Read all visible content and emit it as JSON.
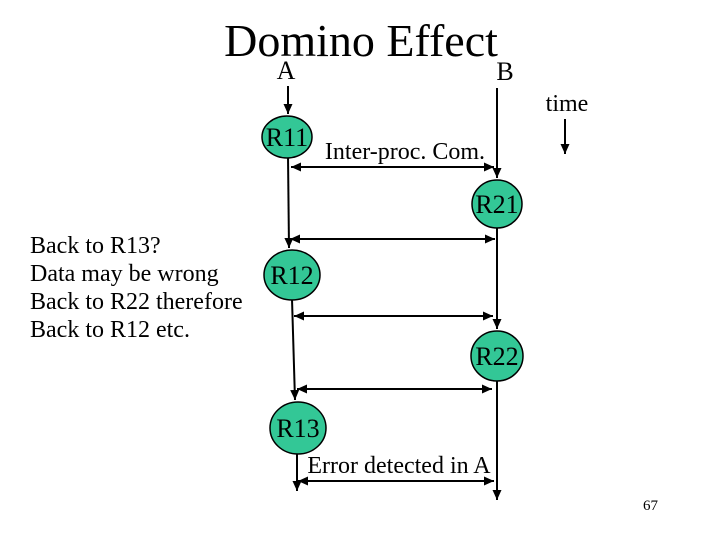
{
  "slide": {
    "title": "Domino Effect",
    "page_number": "67",
    "background_color": "#ffffff"
  },
  "colors": {
    "checkpoint_fill": "#33C796",
    "checkpoint_stroke": "#000000",
    "line_color": "#000000",
    "text_color": "#000000"
  },
  "processes": [
    {
      "label": "A"
    },
    {
      "label": "B"
    }
  ],
  "time_label": "time",
  "checkpoints": [
    {
      "label": "R11"
    },
    {
      "label": "R21"
    },
    {
      "label": "R12"
    },
    {
      "label": "R22"
    },
    {
      "label": "R13"
    }
  ],
  "annotations": {
    "inter_proc_com": "Inter-proc. Com.",
    "error_detected": "Error detected in A"
  },
  "left_note": {
    "lines": [
      "Back to R13?",
      "Data may be wrong",
      "Back to R22 therefore",
      "Back to R12 etc."
    ]
  }
}
